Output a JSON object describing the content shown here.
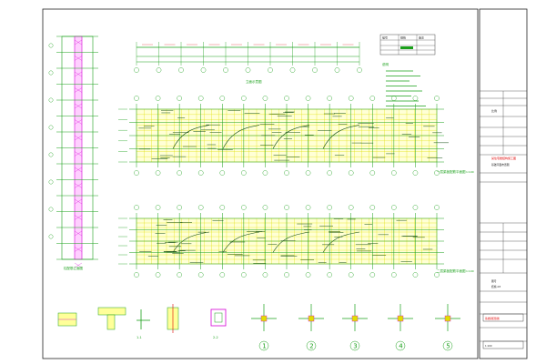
{
  "title_block": {
    "project": "某住宅楼结构施工图",
    "drawing_name": "基础平面布置图",
    "scale_label": "比例",
    "scale_value": "1:100",
    "drawing_no_label": "图号",
    "drawing_no": "结施-03",
    "sheet_name": "基础梁配筋图"
  },
  "plans": {
    "top_title": "一层梁板配筋平面图",
    "bottom_title": "二层梁板配筋平面图",
    "top_scale": "1:100",
    "bottom_scale": "1:100"
  },
  "column_title": "柱配筋立面图",
  "elevation_title": "立面示意图",
  "notes_title": "说明",
  "detail_labels": [
    "1",
    "2",
    "3",
    "4",
    "5"
  ],
  "section_labels": [
    "1-1",
    "2-2"
  ],
  "legend": {
    "header_a": "编号",
    "header_b": "规格",
    "header_c": "备注"
  },
  "colors": {
    "cad_green": "#1aa01a",
    "cad_magenta": "#d400d4",
    "cad_yellow": "#e0e000",
    "cad_pink": "#ff7fff",
    "cad_blue": "#0000ff",
    "cad_red": "#e00000",
    "frame": "#222222"
  }
}
